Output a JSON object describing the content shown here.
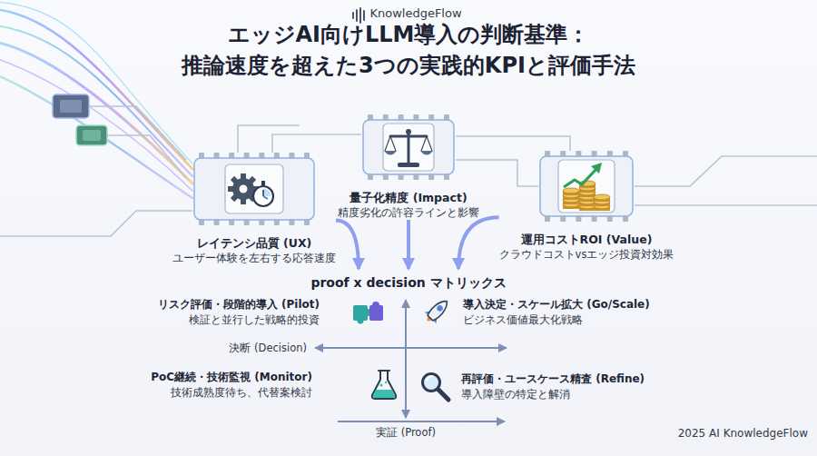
{
  "diagram": {
    "title": "エッジAI向けLLM導入の判断基準： 推論速度を超えた3つの実践的KPIと評価手法",
    "nodes": [
      {
        "text": [
          "レイテンシ品質 (UX)",
          "ユーザー体験を左右する応答速度"
        ]
      },
      {
        "text": [
          "量子化精度 (Impact)",
          "精度劣化の許容ラインと影響"
        ]
      },
      {
        "text": [
          "運用コストROI (Value)",
          "クラウドコストvsエッジ投資対効果"
        ]
      },
      {
        "text": [
          "proof x decision マトリックス"
        ]
      },
      {
        "text": [
          "リスク評価・段階的導入 (Pilot)",
          "検証と並行した戦略的投資"
        ],
        "in": 3
      },
      {
        "text": [
          "導入決定・スケール拡大 (Go/Scale)",
          "ビジネス価値最大化戦略"
        ],
        "in": 3
      },
      {
        "text": [
          "PoC継続・技術監視 (Monitor)",
          "技術成熟度待ち、代替案検討"
        ],
        "in": 3
      },
      {
        "text": [
          "再評価・ユースケース精査 (Refine)",
          "導入障壁の特定と解消"
        ],
        "in": 3
      }
    ],
    "edges": [
      {
        "from": 0,
        "to": 3,
        "arrow": "to"
      },
      {
        "from": 1,
        "to": 3,
        "arrow": "to"
      },
      {
        "from": 2,
        "to": 3,
        "arrow": "to"
      }
    ],
    "labels": [
      "KnowledgeFlow",
      "決断 (Decision)",
      "実証 (Proof)",
      "2025 AI KnowledgeFlow"
    ]
  }
}
